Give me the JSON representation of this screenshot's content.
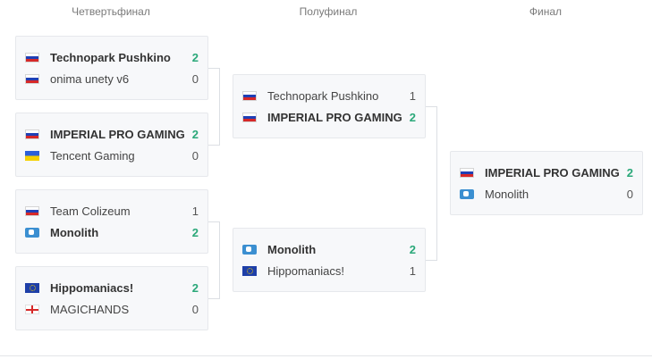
{
  "rounds": [
    "Четвертьфинал",
    "Полуфинал",
    "Финал"
  ],
  "quarterfinals": [
    {
      "teams": [
        {
          "name": "Technopark Pushkino",
          "flag": "ru",
          "score": "2",
          "win": true
        },
        {
          "name": "onima unety v6",
          "flag": "ru",
          "score": "0",
          "win": false
        }
      ]
    },
    {
      "teams": [
        {
          "name": "IMPERIAL PRO GAMING",
          "flag": "ru",
          "score": "2",
          "win": true
        },
        {
          "name": "Tencent Gaming",
          "flag": "ua",
          "score": "0",
          "win": false
        }
      ]
    },
    {
      "teams": [
        {
          "name": "Team Colizeum",
          "flag": "ru",
          "score": "1",
          "win": false
        },
        {
          "name": "Monolith",
          "flag": "mono",
          "score": "2",
          "win": true
        }
      ]
    },
    {
      "teams": [
        {
          "name": "Hippomaniacs!",
          "flag": "eu",
          "score": "2",
          "win": true
        },
        {
          "name": "MAGICHANDS",
          "flag": "ge",
          "score": "0",
          "win": false
        }
      ]
    }
  ],
  "semifinals": [
    {
      "teams": [
        {
          "name": "Technopark Pushkino",
          "flag": "ru",
          "score": "1",
          "win": false
        },
        {
          "name": "IMPERIAL PRO GAMING",
          "flag": "ru",
          "score": "2",
          "win": true
        }
      ]
    },
    {
      "teams": [
        {
          "name": "Monolith",
          "flag": "mono",
          "score": "2",
          "win": true
        },
        {
          "name": "Hippomaniacs!",
          "flag": "eu",
          "score": "1",
          "win": false
        }
      ]
    }
  ],
  "final": [
    {
      "teams": [
        {
          "name": "IMPERIAL PRO GAMING",
          "flag": "ru",
          "score": "2",
          "win": true
        },
        {
          "name": "Monolith",
          "flag": "mono",
          "score": "0",
          "win": false
        }
      ]
    }
  ],
  "colors": {
    "win_score": "#2aa879",
    "card_bg": "#f7f8fa",
    "border": "#e6e8ec"
  }
}
